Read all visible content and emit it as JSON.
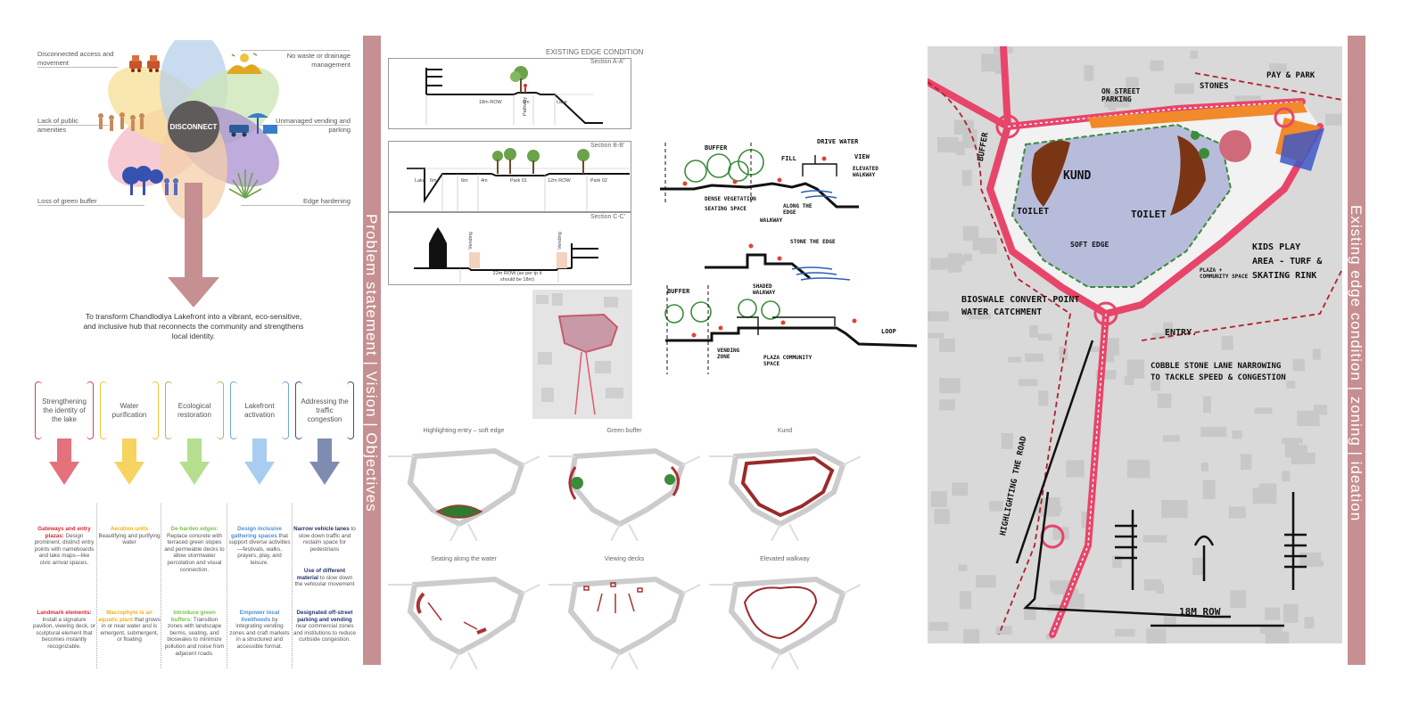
{
  "disconnect": {
    "center_label": "DISCONNECT",
    "labels": {
      "top_left": "Disconnected access and movement",
      "top_right": "No waste or drainage management",
      "mid_left": "Lack of public amenities",
      "mid_right": "Unmanaged vending and parking",
      "bottom_left": "Loss of green buffer",
      "bottom_right": "Edge hardening"
    },
    "petal_colors": [
      "#f3b9c4",
      "#f7df95",
      "#b7d0ea",
      "#cbe4b4",
      "#a98fd0",
      "#f4cfa8"
    ]
  },
  "vision_text": "To transform Chandlodiya Lakefront into a vibrant, eco-sensitive, and inclusive hub that reconnects the community and strengthens local identity.",
  "objectives": [
    {
      "label": "Strengthening the identity of the lake",
      "color": "#d9434a",
      "arrow": "#e3727a"
    },
    {
      "label": "Water purification",
      "color": "#f2c33a",
      "arrow": "#f7d35f"
    },
    {
      "label": "Ecological restoration",
      "color": "#8fc766",
      "arrow": "#b5df8e"
    },
    {
      "label": "Lakefront activation",
      "color": "#6ea9db",
      "arrow": "#a9cdf0"
    },
    {
      "label": "Addressing the traffic congestion",
      "color": "#3f4f86",
      "arrow": "#7e8cb0"
    }
  ],
  "strategies": [
    {
      "t1": "Gateways and entry plazas:",
      "d1": "Design prominent, distinct entry points with nameboards and lake maps—like civic arrival spaces.",
      "t2": "Landmark elements:",
      "d2": "Install a signature pavilion, viewing deck, or sculptural element that becomes instantly recognizable.",
      "color": "#d62a33"
    },
    {
      "t1": "Aeration units",
      "d1": "Beautifying and purifying water",
      "t2": "Macrophyte is an aquatic plant",
      "d2": "that grows in or near water and is emergent, submergent, or floating",
      "color": "#eeb21a"
    },
    {
      "t1": "De-harden edges:",
      "d1": "Replace concrete with terraced green slopes and permeable decks to allow stormwater percolation and visual connection.",
      "t2": "Introduce green buffers:",
      "d2": "Transition zones with landscape berms, seating, and bioswales to minimize pollution and noise from adjacent roads.",
      "color": "#7cc04a"
    },
    {
      "t1": "Design inclusive gathering spaces",
      "d1": "that support diverse activities—festivals, walks, prayers, play, and leisure.",
      "t2": "Empower local livelihoods",
      "d2": "by integrating vending zones and craft markets in a structured and accessible format.",
      "color": "#4d8fd6"
    },
    {
      "t1": "Narrow vehicle lanes",
      "d1": "to slow down traffic and reclaim space for pedestrians",
      "tm": "Use of different material",
      "dm": "to slow down the vehicular movement",
      "t2": "Designated off-street parking and vending",
      "d2": "near commercial zones and institutions to reduce curbside congestion.",
      "color": "#24346d"
    }
  ],
  "band_left": "Problem statement | Vision | Objectives",
  "band_right": "Existing edge condition | zoning | ideation",
  "sections": {
    "header": "EXISTING EDGE CONDITION",
    "a_title": "Section A-A'",
    "a_labels": {
      "row": "18m ROW",
      "six": "6m",
      "pathway": "Pathway",
      "lake": "Lake"
    },
    "b_title": "Section B-B'",
    "b_labels": {
      "lake": "Lake",
      "s1": "6m",
      "s2": "6m",
      "s3": "4m",
      "p1": "Park 01",
      "row": "12m ROW",
      "p2": "Park 02"
    },
    "c_title": "Section C-C'",
    "c_labels": {
      "v1": "Vending",
      "v2": "Vending",
      "row": "22m ROW (as per tp it should be 18m)"
    }
  },
  "thumbnails": [
    "Highlighting entry – soft edge",
    "Green buffer",
    "Kund",
    "Seating along the water",
    "Viewing decks",
    "Elevated walkway"
  ],
  "sketch_notes": {
    "buffer1": "BUFFER",
    "drive_water": "DRIVE WATER",
    "fill": "FILL",
    "view": "VIEW",
    "elevated": "ELEVATED WALKWAY",
    "dense": "DENSE VEGETATION",
    "seating": "SEATING SPACE",
    "walkway": "WALKWAY",
    "along": "ALONG THE EDGE",
    "stone": "STONE THE EDGE",
    "shaded": "SHADED WALKWAY",
    "buffer2": "BUFFER",
    "loop": "LOOP",
    "vending": "VENDING ZONE",
    "plaza": "PLAZA COMMUNITY SPACE"
  },
  "map_notes": {
    "parking": "ON STREET PARKING",
    "stones": "STONES",
    "pay": "PAY & PARK",
    "kund": "KUND",
    "toilet1": "TOILET",
    "toilet2": "TOILET",
    "buffer": "BUFFER",
    "kids": "KIDS PLAY AREA - TURF & SKATING RINK",
    "plaza": "PLAZA + COMMUNITY SPACE",
    "soft": "SOFT EDGE",
    "bioswale": "BIOSWALE CONVERT POINT WATER CATCHMENT",
    "entry": "ENTRY.",
    "cobble": "COBBLE STONE LANE NARROWING TO TACKLE SPEED & CONGESTION",
    "highlight": "HIGHLIGHTING THE ROAD",
    "row": "18M ROW"
  }
}
